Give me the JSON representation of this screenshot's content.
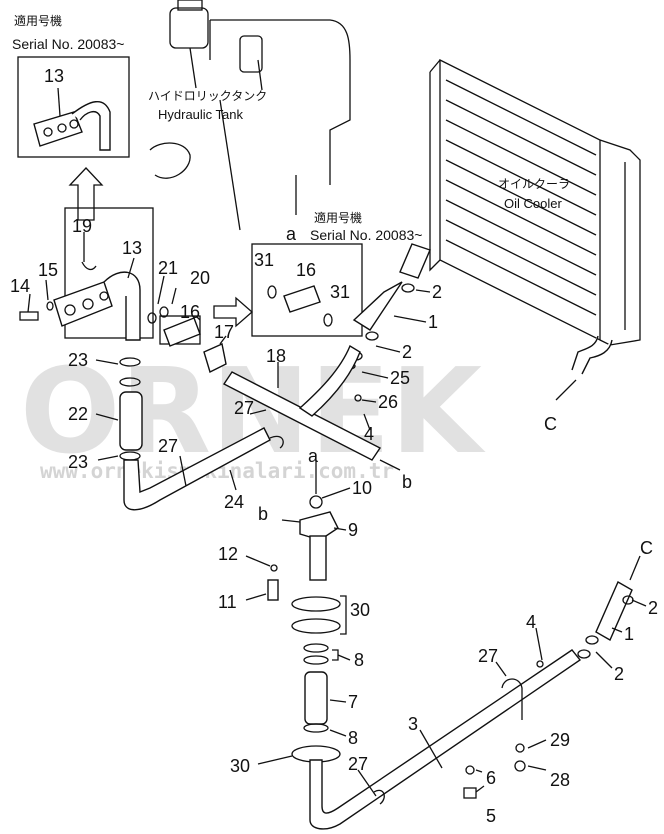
{
  "header": {
    "serial_jp": "適用号機",
    "serial_text": "Serial No. 20083~"
  },
  "tank": {
    "label_jp": "ハイドロリックタンク",
    "label_en": "Hydraulic Tank"
  },
  "cooler": {
    "label_jp": "オイルクーラ",
    "label_en": "Oil Cooler"
  },
  "detail_a": {
    "letter": "a",
    "serial_jp": "適用号機",
    "serial_text": "Serial No. 20083~",
    "parts": [
      "31",
      "16",
      "31"
    ]
  },
  "inset_top": {
    "part": "13"
  },
  "callouts": {
    "p1_upper": "1",
    "p2_upper_a": "2",
    "p2_upper_b": "2",
    "p25": "25",
    "p26": "26",
    "p4_upper": "4",
    "p18": "18",
    "p27_upper": "27",
    "p17": "17",
    "p16": "16",
    "p20": "20",
    "p21": "21",
    "p13": "13",
    "p19": "19",
    "p14": "14",
    "p15": "15",
    "p23_upper": "23",
    "p22": "22",
    "p23_lower": "23",
    "p27_mid": "27",
    "p24": "24",
    "a_mark": "a",
    "b_mark_right": "b",
    "b_mark_left": "b",
    "p10": "10",
    "p9": "9",
    "p12": "12",
    "p11": "11",
    "p30_upper": "30",
    "p8_upper": "8",
    "p7": "7",
    "p8_lower": "8",
    "p30_lower": "30",
    "p27_lower": "27",
    "p3": "3",
    "p6": "6",
    "p5": "5",
    "p29": "29",
    "p28": "28",
    "p27_clip": "27",
    "p4_lower": "4",
    "p2_lower_a": "2",
    "p1_lower": "1",
    "p2_lower_b": "2",
    "c_upper": "C",
    "c_lower": "C"
  },
  "watermark": {
    "brand": "ORNEK",
    "url": "www.ornekismakinalari.com.tr"
  }
}
